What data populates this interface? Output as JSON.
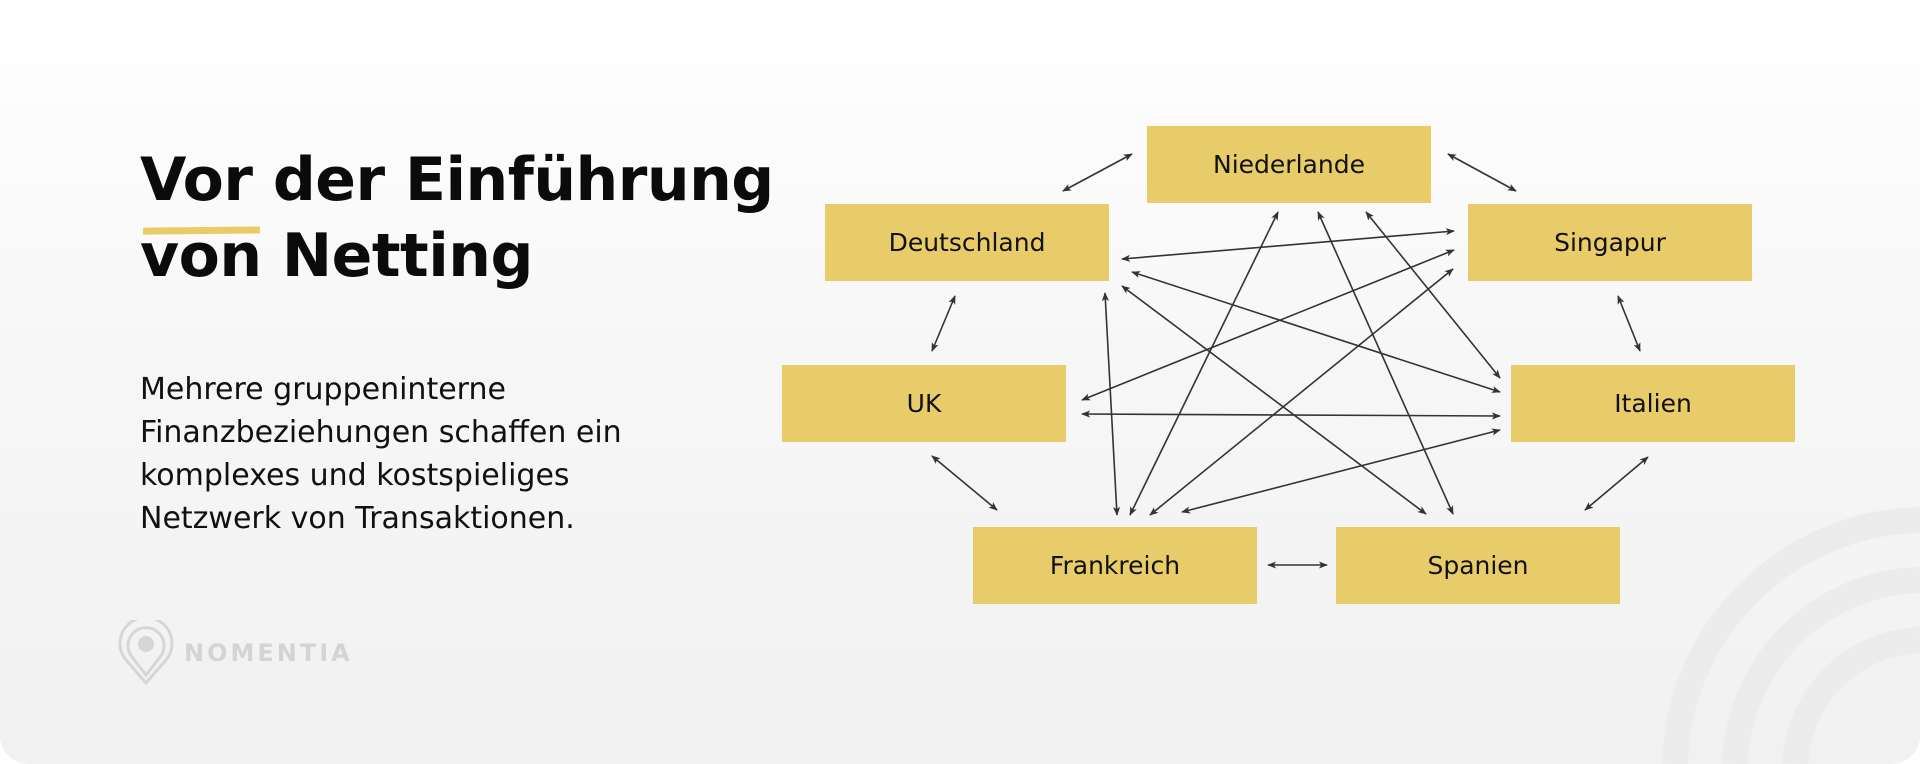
{
  "title": {
    "line1": "Vor der Einführung",
    "line2": "von Netting"
  },
  "description": [
    "Mehrere gruppeninterne",
    "Finanzbeziehungen schaffen ein",
    "komplexes und kostspieliges",
    "Netzwerk von Transaktionen."
  ],
  "logo": {
    "text": "NOMENTIA"
  },
  "colors": {
    "accent": "#e9cc6a",
    "arrow": "#333333",
    "text": "#111111"
  },
  "nodes": [
    {
      "id": "nl",
      "label": "Niederlande"
    },
    {
      "id": "de",
      "label": "Deutschland"
    },
    {
      "id": "sg",
      "label": "Singapur"
    },
    {
      "id": "uk",
      "label": "UK"
    },
    {
      "id": "it",
      "label": "Italien"
    },
    {
      "id": "fr",
      "label": "Frankreich"
    },
    {
      "id": "es",
      "label": "Spanien"
    }
  ],
  "edges": [
    [
      "de",
      "nl"
    ],
    [
      "nl",
      "sg"
    ],
    [
      "de",
      "uk"
    ],
    [
      "sg",
      "it"
    ],
    [
      "uk",
      "fr"
    ],
    [
      "it",
      "es"
    ],
    [
      "fr",
      "es"
    ],
    [
      "de",
      "sg"
    ],
    [
      "de",
      "it"
    ],
    [
      "de",
      "es"
    ],
    [
      "de",
      "fr"
    ],
    [
      "nl",
      "fr"
    ],
    [
      "nl",
      "es"
    ],
    [
      "nl",
      "it"
    ],
    [
      "sg",
      "uk"
    ],
    [
      "sg",
      "fr"
    ],
    [
      "uk",
      "it"
    ],
    [
      "it",
      "fr"
    ]
  ]
}
